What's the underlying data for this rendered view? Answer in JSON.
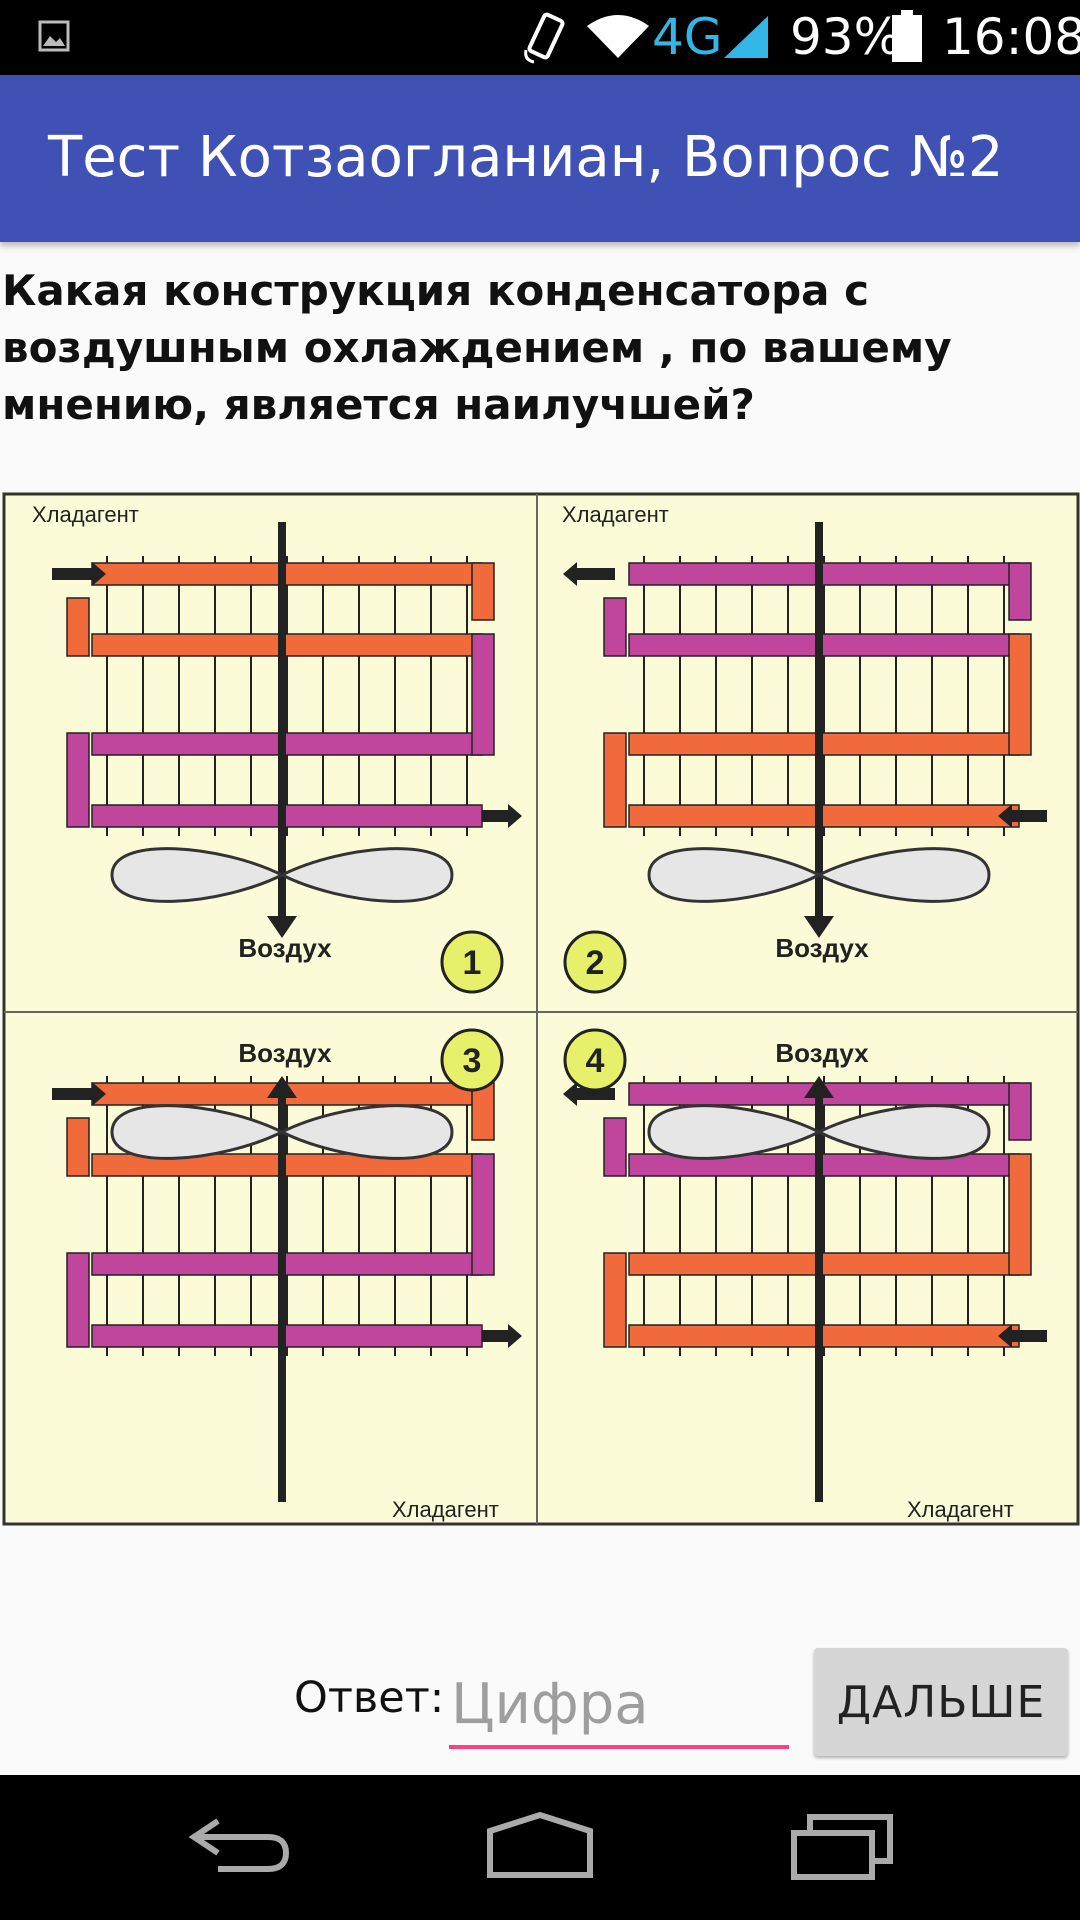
{
  "status_bar": {
    "network_type": "4G",
    "battery_percent": "93%",
    "time": "16:08"
  },
  "app_bar": {
    "title": "Тест Котзаогланиан, Вопрос №2"
  },
  "question": {
    "text": "Какая конструкция конденсатора с воздушным охлаждением , по вашему мнению, является наилучшей?"
  },
  "diagram": {
    "panels": [
      {
        "number": "1",
        "refrigerant_label": "Хладагент",
        "air_label": "Воздух"
      },
      {
        "number": "2",
        "refrigerant_label": "Хладагент",
        "air_label": "Воздух"
      },
      {
        "number": "3",
        "refrigerant_label": "Хладагент",
        "air_label": "Воздух"
      },
      {
        "number": "4",
        "refrigerant_label": "Хладагент",
        "air_label": "Воздух"
      }
    ]
  },
  "answer": {
    "label": "Ответ:",
    "placeholder": "Цифра",
    "value": "",
    "next_label": "ДАЛЬШЕ"
  },
  "colors": {
    "app_bar": "#3f51b5",
    "accent": "#ff4081",
    "hot_pipe": "#f06a3b",
    "cool_pipe": "#c0459c"
  }
}
